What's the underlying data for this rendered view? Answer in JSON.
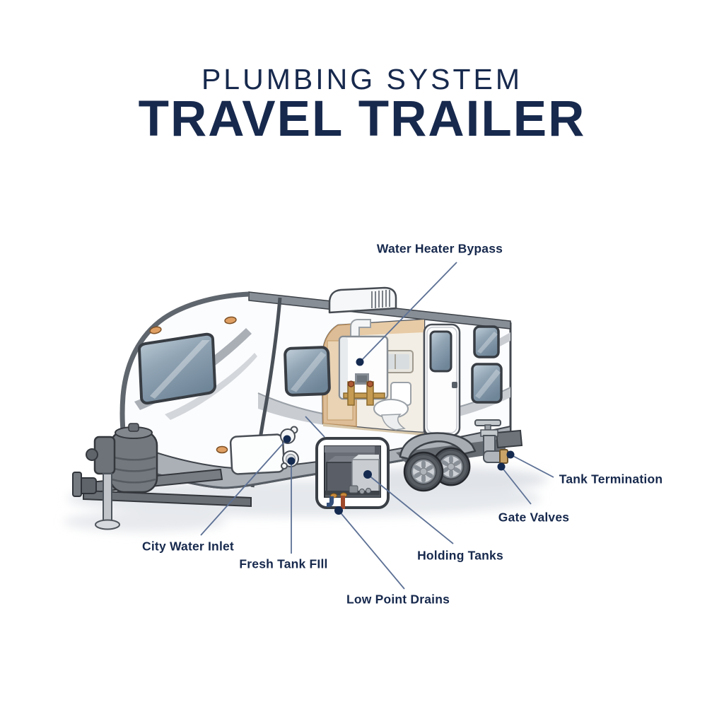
{
  "title": {
    "subtitle": "PLUMBING SYSTEM",
    "main": "TRAVEL TRAILER"
  },
  "labels": {
    "water_heater_bypass": "Water Heater Bypass",
    "city_water_inlet": "City Water Inlet",
    "fresh_tank_fill": "Fresh Tank FIll",
    "low_point_drains": "Low Point Drains",
    "holding_tanks": "Holding Tanks",
    "gate_valves": "Gate Valves",
    "tank_termination": "Tank Termination"
  },
  "colors": {
    "navy": "#17294d",
    "leader-line": "#5d7195",
    "dot": "#152a4f",
    "background": "#ffffff",
    "body-white": "#fbfcfe",
    "outline-gray": "#43484f",
    "skirt-gray": "#abb0b7",
    "glass-blue": "#8fa3b3",
    "wood-tan": "#ddbd97",
    "amber": "#df9f63",
    "brass": "#c59a52"
  }
}
